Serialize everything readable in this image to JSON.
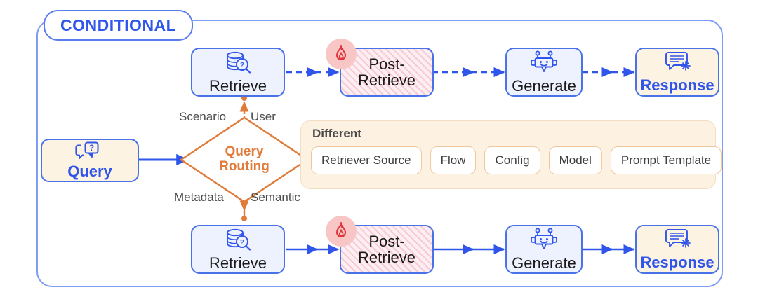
{
  "diagram": {
    "badge_label": "CONDITIONAL",
    "colors": {
      "blue": "#2f55ea",
      "blue_border": "#4a72e8",
      "blue_fill": "#eef2fe",
      "cream_fill": "#fdf3e3",
      "orange": "#e07b39",
      "hatch_pink": "#f6c9d4",
      "fire_badge": "#f9c6c6",
      "frame_border": "#7f9cf5"
    }
  },
  "query_node": {
    "label": "Query",
    "icon": "question-chat-icon"
  },
  "router": {
    "line1": "Query",
    "line2": "Routing",
    "labels": {
      "top_left": "Scenario",
      "top_right": "User",
      "bottom_left": "Metadata",
      "bottom_right": "Semantic"
    }
  },
  "panel": {
    "title": "Different",
    "chips": [
      "Retriever Source",
      "Flow",
      "Config",
      "Model",
      "Prompt Template"
    ]
  },
  "pipelines": [
    {
      "id": "top",
      "arrow_style": "dashed",
      "steps": [
        {
          "label": "Retrieve",
          "icon": "database-search-icon",
          "style": "blue"
        },
        {
          "label": "Post-\nRetrieve",
          "line1": "Post-",
          "line2": "Retrieve",
          "icon": "fire-icon",
          "style": "hatch"
        },
        {
          "label": "Generate",
          "icon": "robot-icon",
          "style": "blue"
        },
        {
          "label": "Response",
          "icon": "response-bubble-icon",
          "style": "cream"
        }
      ]
    },
    {
      "id": "bottom",
      "arrow_style": "solid",
      "steps": [
        {
          "label": "Retrieve",
          "icon": "database-search-icon",
          "style": "blue"
        },
        {
          "label": "Post-\nRetrieve",
          "line1": "Post-",
          "line2": "Retrieve",
          "icon": "fire-icon",
          "style": "hatch"
        },
        {
          "label": "Generate",
          "icon": "robot-icon",
          "style": "blue"
        },
        {
          "label": "Response",
          "icon": "response-bubble-icon",
          "style": "cream"
        }
      ]
    }
  ]
}
